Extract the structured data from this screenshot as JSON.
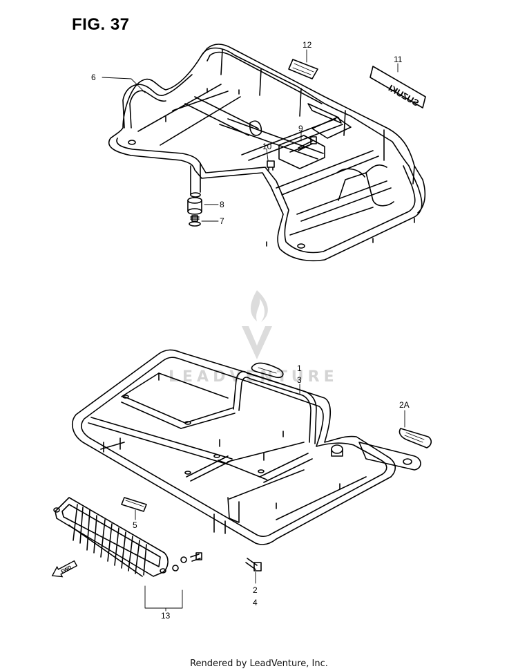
{
  "figure": {
    "title": "FIG. 37",
    "footer": "Rendered by LeadVenture, Inc.",
    "watermark": "LEADVENTURE",
    "decal_text": "SUZUKI",
    "fwd_text": "FWD"
  },
  "callouts": {
    "upper_carrier": [
      "6",
      "12",
      "11",
      "9",
      "10",
      "8",
      "7"
    ],
    "lower_carrier": [
      "1",
      "3",
      "2A",
      "5",
      "13",
      "2",
      "4"
    ]
  },
  "colors": {
    "line": "#000000",
    "watermark": "#d4d4d4"
  },
  "icons": [
    "flame-logo-icon",
    "fwd-arrow-icon"
  ]
}
